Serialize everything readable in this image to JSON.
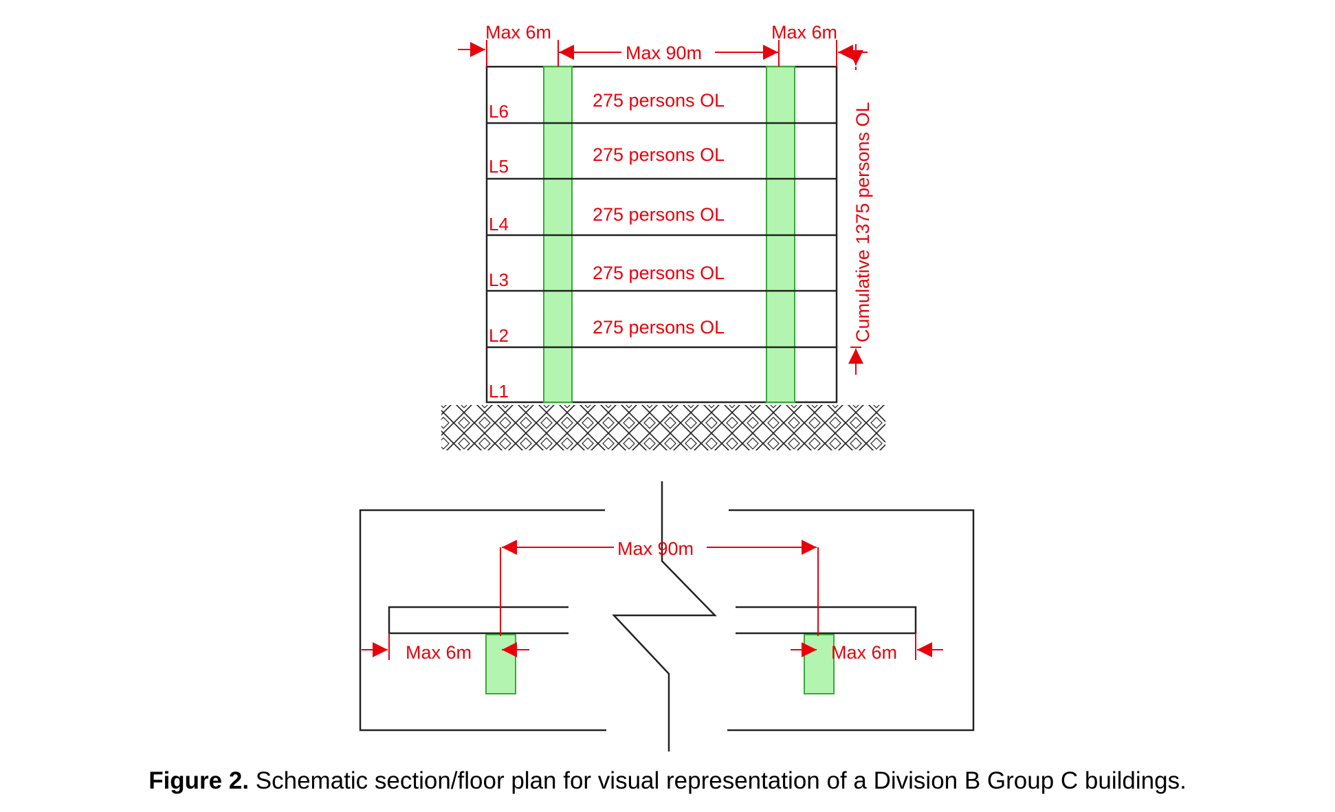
{
  "section": {
    "top_left_dim": "Max 6m",
    "top_mid_dim": "Max 90m",
    "top_right_dim": "Max 6m",
    "side_dim": "Cumulative 1375 persons OL",
    "levels": [
      "L6",
      "L5",
      "L4",
      "L3",
      "L2",
      "L1"
    ],
    "floor_loads": [
      "275 persons OL",
      "275 persons OL",
      "275 persons OL",
      "275 persons OL",
      "275 persons OL"
    ]
  },
  "plan": {
    "mid_dim": "Max 90m",
    "left_dim": "Max 6m",
    "right_dim": "Max 6m"
  },
  "caption": {
    "label": "Figure 2.",
    "text": " Schematic section/floor plan for visual representation of a Division B Group C buildings."
  },
  "colors": {
    "dimension": "#e8000b",
    "stair_fill": "#b3f5b0",
    "stair_stroke": "#38a838",
    "outline": "#222222"
  }
}
